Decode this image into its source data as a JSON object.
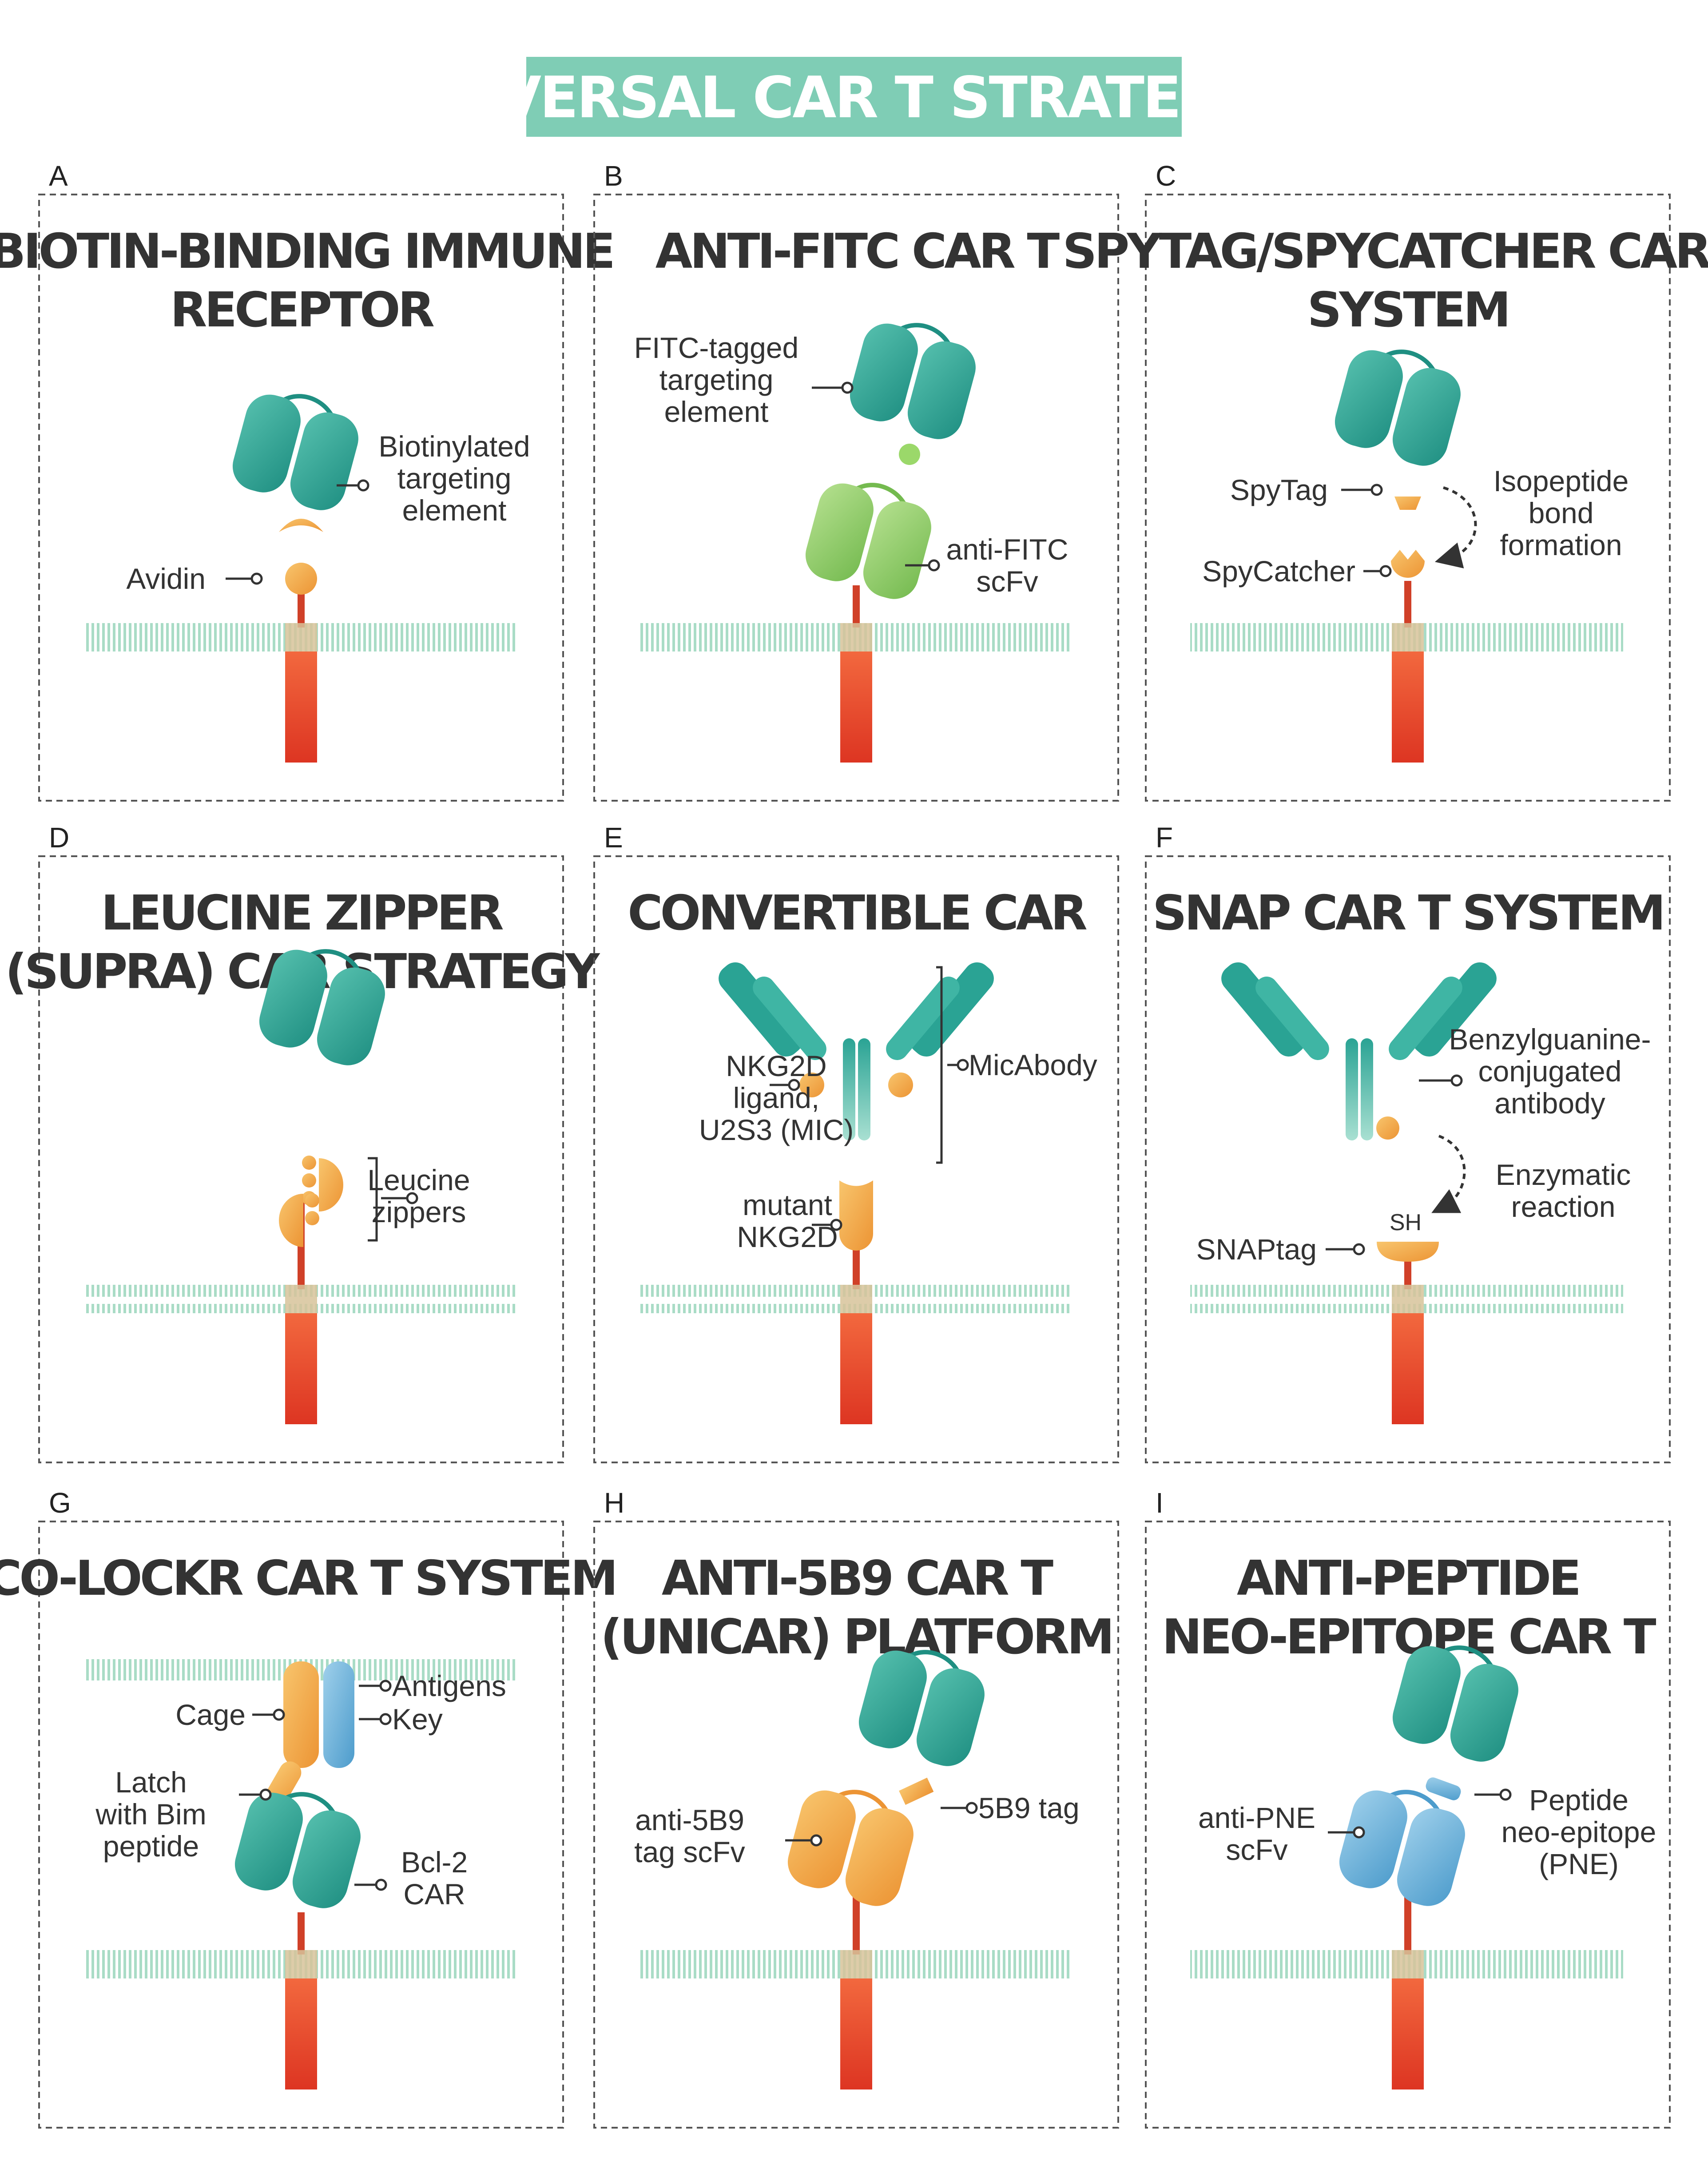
{
  "title": "UNIVERSAL CAR T STRATEGIES",
  "colors": {
    "banner": "#7fcdb5",
    "teal": "#2aa394",
    "orange": "#f3a845",
    "green": "#8fcf6a",
    "blue": "#6cb3d8",
    "red": "#e8472c",
    "membrane": "#a9dcc6"
  },
  "panels": [
    {
      "letter": "A",
      "title": [
        "BIOTIN-BINDING IMMUNE",
        "RECEPTOR"
      ],
      "labels": {
        "top": [
          "Biotinylated",
          "targeting",
          "element"
        ],
        "bottom": [
          "Avidin"
        ]
      }
    },
    {
      "letter": "B",
      "title": [
        "ANTI-FITC CAR T"
      ],
      "labels": {
        "top": [
          "FITC-tagged",
          "targeting",
          "element"
        ],
        "bottom": [
          "anti-FITC",
          "scFv"
        ]
      }
    },
    {
      "letter": "C",
      "title": [
        "SPYTAG/SPYCATCHER CAR T",
        "SYSTEM"
      ],
      "labels": {
        "tag": [
          "SpyTag"
        ],
        "catcher": [
          "SpyCatcher"
        ],
        "arrow": [
          "Isopeptide",
          "bond",
          "formation"
        ]
      }
    },
    {
      "letter": "D",
      "title": [
        "LEUCINE ZIPPER",
        "(SUPRA) CAR STRATEGY"
      ],
      "labels": {
        "zip": [
          "Leucine",
          "zippers"
        ]
      }
    },
    {
      "letter": "E",
      "title": [
        "CONVERTIBLE CAR"
      ],
      "labels": {
        "ligand": [
          "NKG2D",
          "ligand,",
          "U2S3 (MIC)"
        ],
        "mic": [
          "MicAbody"
        ],
        "mutant": [
          "mutant",
          "NKG2D"
        ]
      }
    },
    {
      "letter": "F",
      "title": [
        "SNAP CAR T SYSTEM"
      ],
      "labels": {
        "ab": [
          "Benzylguanine-",
          "conjugated",
          "antibody"
        ],
        "enz": [
          "Enzymatic",
          "reaction"
        ],
        "sh": [
          "SH"
        ],
        "snap": [
          "SNAPtag"
        ]
      }
    },
    {
      "letter": "G",
      "title": [
        "CO-LOCKR CAR T SYSTEM"
      ],
      "labels": {
        "cage": [
          "Cage"
        ],
        "antigens": [
          "Antigens"
        ],
        "key": [
          "Key"
        ],
        "latch": [
          "Latch",
          "with Bim",
          "peptide"
        ],
        "bcl": [
          "Bcl-2",
          "CAR"
        ]
      }
    },
    {
      "letter": "H",
      "title": [
        "ANTI-5B9 CAR T",
        "(UNICAR) PLATFORM"
      ],
      "labels": {
        "tag": [
          "5B9 tag"
        ],
        "scfv": [
          "anti-5B9",
          "tag scFv"
        ]
      }
    },
    {
      "letter": "I",
      "title": [
        "ANTI-PEPTIDE",
        "NEO-EPITOPE CAR T"
      ],
      "labels": {
        "pne": [
          "Peptide",
          "neo-epitope",
          "(PNE)"
        ],
        "scfv": [
          "anti-PNE",
          "scFv"
        ]
      }
    }
  ]
}
